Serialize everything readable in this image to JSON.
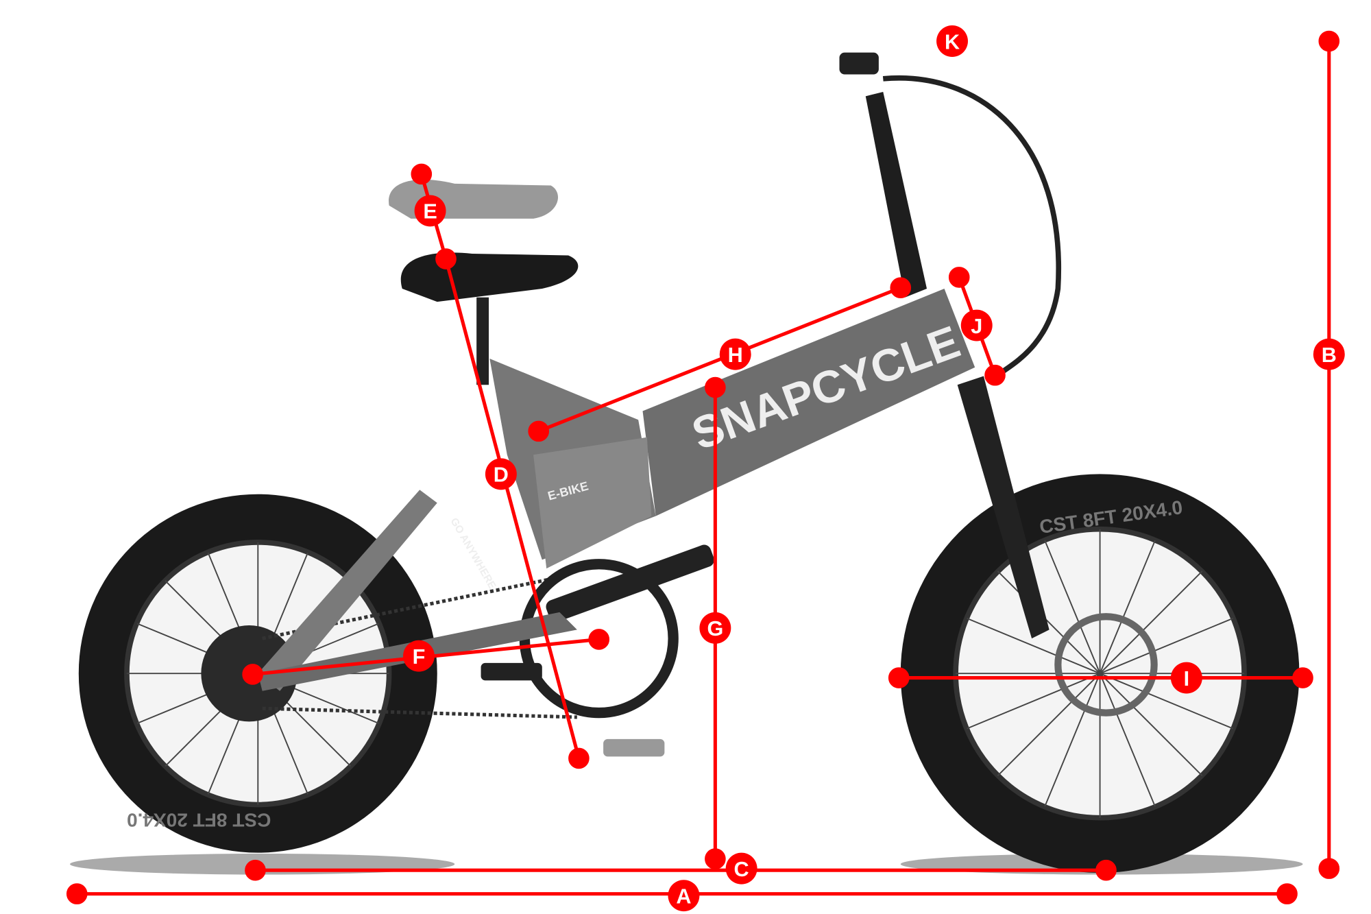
{
  "bike": {
    "brand_text": "SNAPCYCLE",
    "frame_badge": "E-BIKE",
    "slogan": "GO ANYWHERE",
    "tire_text": "CST 8FT 20X4.0"
  },
  "dimensions": {
    "A": "A",
    "B": "B",
    "C": "C",
    "D": "D",
    "E": "E",
    "F": "F",
    "G": "G",
    "H": "H",
    "I": "I",
    "J": "J",
    "K": "K"
  },
  "colors": {
    "annotation": "#ff0000",
    "frame": "#6e6e6e",
    "tire": "#1a1a1a"
  }
}
